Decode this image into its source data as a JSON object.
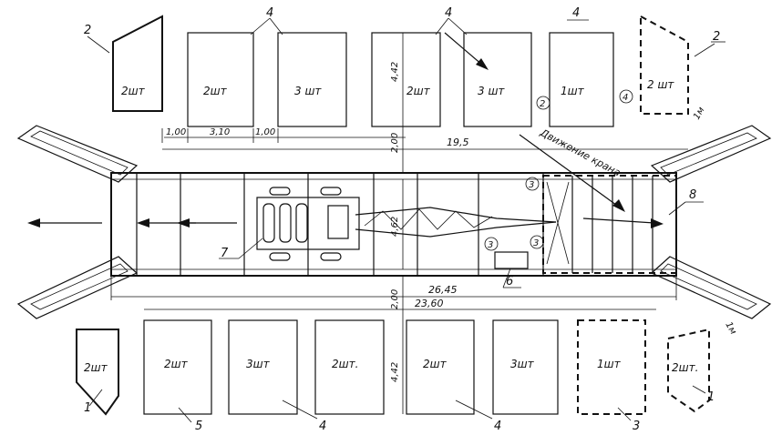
{
  "zones": {
    "top": [
      {
        "label": "2шт",
        "callout": "2",
        "style": "trapezoid"
      },
      {
        "label": "2шт",
        "callout": "",
        "style": "solid"
      },
      {
        "label": "3 шт",
        "callout": "",
        "style": "solid"
      },
      {
        "label": "2шт",
        "callout": "",
        "style": "solid"
      },
      {
        "label": "3 шт",
        "callout": "",
        "style": "solid"
      },
      {
        "label": "1шт",
        "callout": "",
        "style": "solid"
      },
      {
        "label": "2 шт",
        "callout": "2",
        "style": "dashed-trapezoid"
      }
    ],
    "bottom": [
      {
        "label": "2шт",
        "callout": "1",
        "style": "trapezoid"
      },
      {
        "label": "2шт",
        "callout": "5",
        "style": "solid"
      },
      {
        "label": "3шт",
        "callout": "",
        "style": "solid"
      },
      {
        "label": "2шт.",
        "callout": "",
        "style": "solid"
      },
      {
        "label": "2шт",
        "callout": "",
        "style": "solid"
      },
      {
        "label": "3шт",
        "callout": "",
        "style": "solid"
      },
      {
        "label": "1шт",
        "callout": "3",
        "style": "dashed"
      },
      {
        "label": "2шт.",
        "callout": "1",
        "style": "dashed-trapezoid"
      }
    ]
  },
  "callouts": {
    "top_4": "4",
    "item_6": "6",
    "item_7": "7",
    "item_8": "8",
    "circled_2": "2",
    "circled_4": "4",
    "circled_3": "3"
  },
  "dimensions": {
    "d100": "1,00",
    "d310": "3,10",
    "d100b": "1,00",
    "d442_top": "4,42",
    "d200_top": "2,00",
    "d195": "19,5",
    "d462": "4,62",
    "d2645": "26,45",
    "d200_bot": "2,00",
    "d2360": "23,60",
    "d442_bot": "4,42",
    "d1m_top": "1м",
    "d1m_bot": "1м"
  },
  "annotations": {
    "movement": "Движение крана"
  }
}
